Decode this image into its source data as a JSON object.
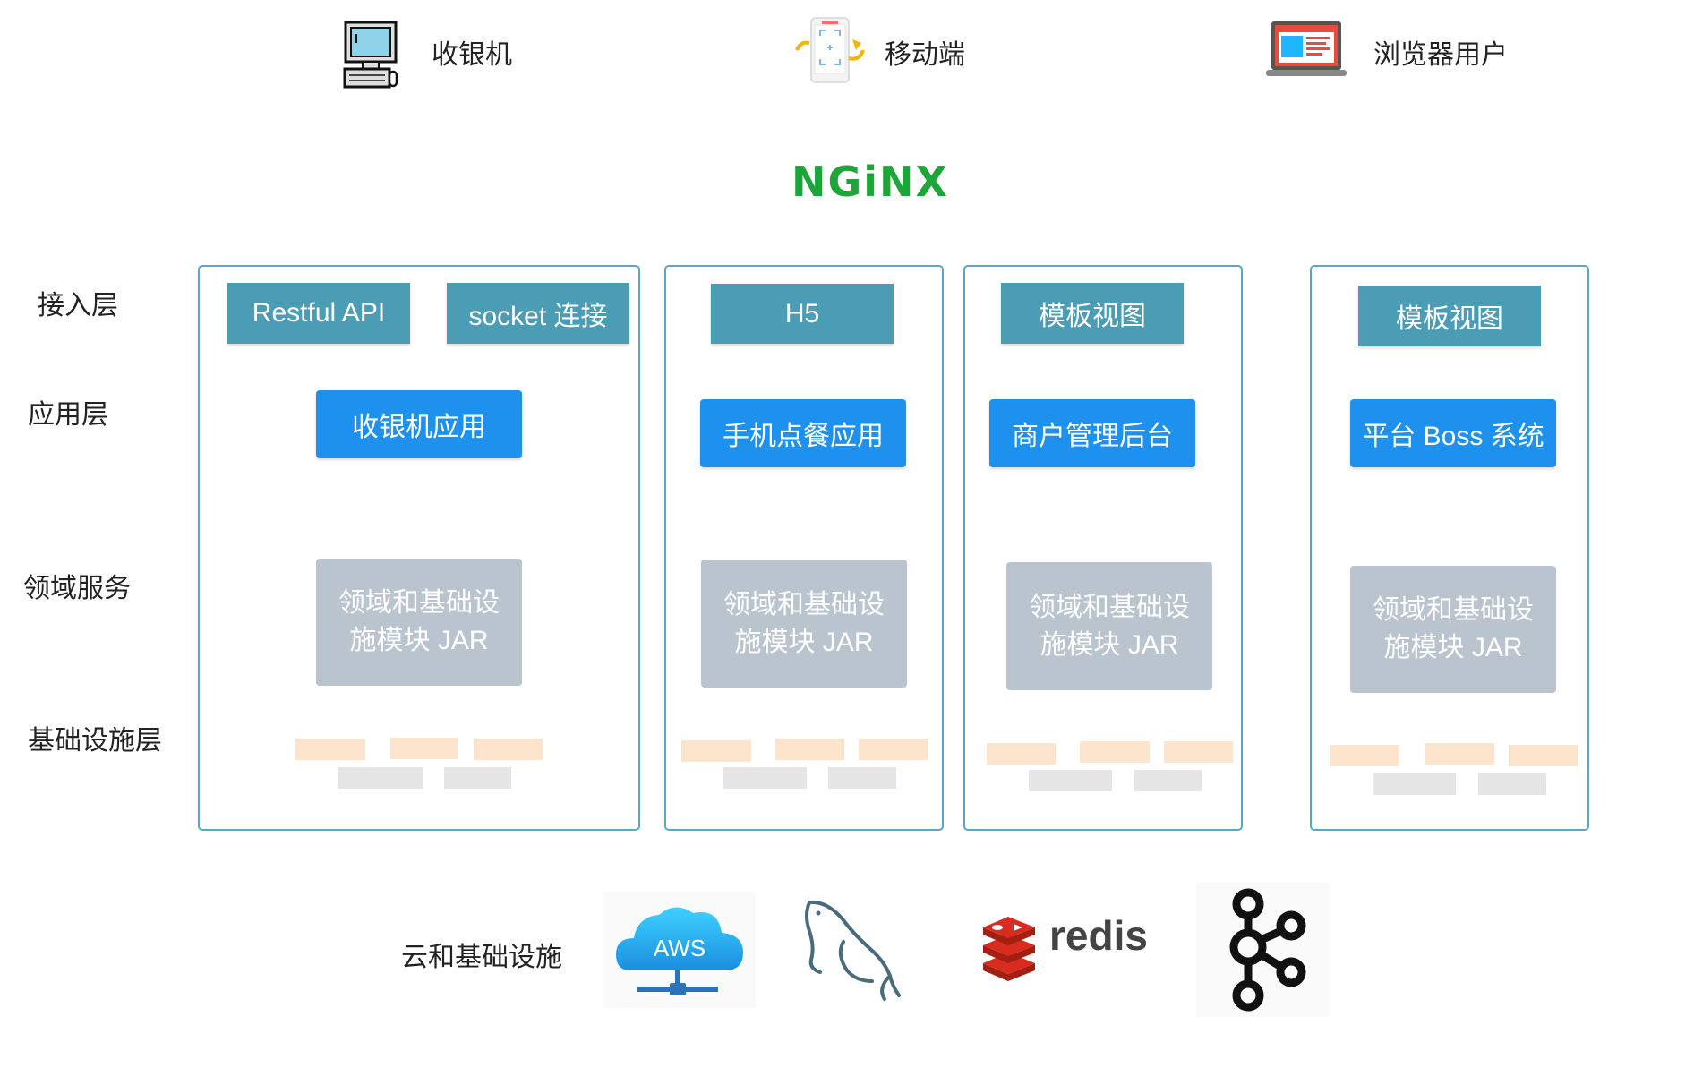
{
  "clients": [
    {
      "label": "收银机",
      "icon": "cash-register-icon"
    },
    {
      "label": "移动端",
      "icon": "mobile-icon"
    },
    {
      "label": "浏览器用户",
      "icon": "browser-icon"
    }
  ],
  "gateway": {
    "label": "NGiNX",
    "color": "#1ea53a"
  },
  "layers": {
    "access": "接入层",
    "application": "应用层",
    "domain": "领域服务",
    "infra": "基础设施层"
  },
  "columns": [
    {
      "access": [
        "Restful API",
        "socket 连接"
      ],
      "app": "收银机应用",
      "domain": [
        "领域和基础设",
        "施模块 JAR"
      ]
    },
    {
      "access": [
        "H5"
      ],
      "app": "手机点餐应用",
      "domain": [
        "领域和基础设",
        "施模块 JAR"
      ]
    },
    {
      "access": [
        "模板视图"
      ],
      "app": "商户管理后台",
      "domain": [
        "领域和基础设",
        "施模块 JAR"
      ]
    },
    {
      "access": [
        "模板视图"
      ],
      "app": "平台 Boss 系统",
      "domain": [
        "领域和基础设",
        "施模块 JAR"
      ]
    }
  ],
  "cloud": {
    "label": "云和基础设施",
    "aws_label": "AWS",
    "redis_label": "redis",
    "icons": [
      "aws-cloud-icon",
      "mysql-dolphin-icon",
      "redis-icon",
      "kafka-icon"
    ]
  },
  "colors": {
    "border": "#5aa6c4",
    "access_box": "#4b9cb5",
    "app_box": "#1e90ee",
    "domain_box": "#b9c4cf"
  }
}
